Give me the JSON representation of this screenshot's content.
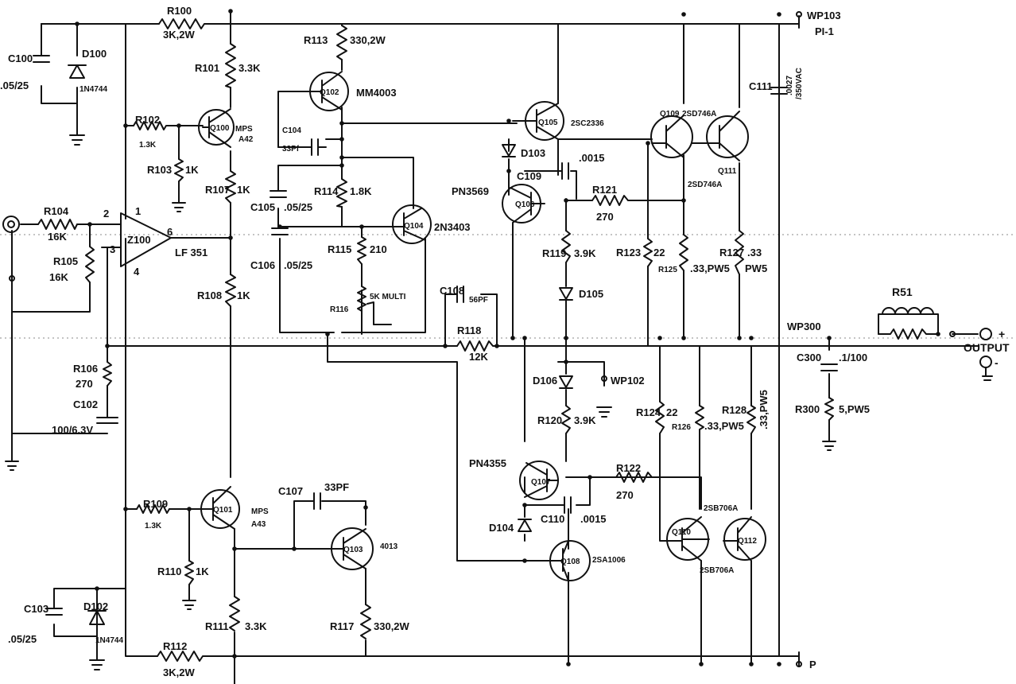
{
  "labels": {
    "r100": "R100",
    "r100v": "3K,2W",
    "c100": "C100",
    "c100v": ".05/25",
    "d100": "D100",
    "d100v": "1N4744",
    "r101": "R101",
    "r101v": "3.3K",
    "r102": "R102",
    "r102v": "1.3K",
    "r103": "R103",
    "r103v": "1K",
    "q100": "Q100",
    "q100a": "MPS",
    "q100b": "A42",
    "r113": "R113",
    "r113v": "330,2W",
    "q102": "Q102",
    "q102v": "MM4003",
    "c104": "C104",
    "c104v": "33Pf",
    "r107": "R107",
    "r107v": "1K",
    "r114": "R114",
    "r114v": "1.8K",
    "c105": "C105",
    "c105v": ".05/25",
    "q104": "Q104",
    "q104v": "2N3403",
    "c106": "C106",
    "c106v": ".05/25",
    "r115": "R115",
    "r115v": "210",
    "r116": "R116",
    "r116v": "5K MULTI",
    "r104": "R104",
    "r104v": "16K",
    "r105": "R105",
    "r105v": "16K",
    "ic": "Z100",
    "icv": "LF 351",
    "pin1": "1",
    "pin2": "2",
    "pin3": "3",
    "pin4": "4",
    "pin6": "6",
    "r108": "R108",
    "r108v": "1K",
    "r106": "R106",
    "r106v": "270",
    "c102": "C102",
    "c102v": "100/6.3V",
    "q105": "Q105",
    "q105v": "2SC2336",
    "d103": "D103",
    "c109": "C109",
    "c109v": ".0015",
    "q106": "Q106",
    "q106v": "PN3569",
    "r121": "R121",
    "r121v": "270",
    "r119": "R119",
    "r119v": "3.9K",
    "d105": "D105",
    "c108": "C108",
    "c108v": "56PF",
    "r118": "R118",
    "r118v": "12K",
    "q109": "Q109",
    "q109v": "2SD746A",
    "q111": "Q111",
    "q111v": "2SD746A",
    "c111": "C111",
    "c111v": ".0027",
    "c111w": "/350VAC",
    "wp103": "WP103",
    "pi1": "PI-1",
    "r123": "R123",
    "r123v": "22",
    "r125": "R125",
    "r125v": ".33,PW5",
    "r127": "R127",
    "r127v": ".33",
    "r127w": "PW5",
    "r51": "R51",
    "wp300": "WP300",
    "c300": "C300",
    "c300v": ".1/100",
    "output": "OUTPUT",
    "plus": "+",
    "minus": "-",
    "r300": "R300",
    "r300v": "5,PW5",
    "d106": "D106",
    "wp102": "WP102",
    "r120": "R120",
    "r120v": "3.9K",
    "r124": "R124",
    "r124v": "22",
    "r126": "R126",
    "r126v": ".33,PW5",
    "r128": "R128",
    "r128v": ".33,PW5",
    "q107": "Q107",
    "q107v": "PN4355",
    "r122": "R122",
    "r122v": "270",
    "c110": "C110",
    "c110v": ".0015",
    "d104": "D104",
    "q108": "Q108",
    "q108v": "2SA1006",
    "q110": "Q110",
    "q110v": "2SB706A",
    "q112": "Q112",
    "q112v": "2SB706A",
    "r109": "R109",
    "r109v": "1.3K",
    "q101": "Q101",
    "q101a": "MPS",
    "q101b": "A43",
    "c107": "C107",
    "c107v": "33PF",
    "q103": "Q103",
    "q103v": "4013",
    "r110": "R110",
    "r110v": "1K",
    "c103": "C103",
    "c103v": ".05/25",
    "d102": "D102",
    "d102v": "1N4744",
    "r111": "R111",
    "r111v": "3.3K",
    "r117": "R117",
    "r117v": "330,2W",
    "r112": "R112",
    "r112v": "3K,2W",
    "pbot": "P"
  }
}
